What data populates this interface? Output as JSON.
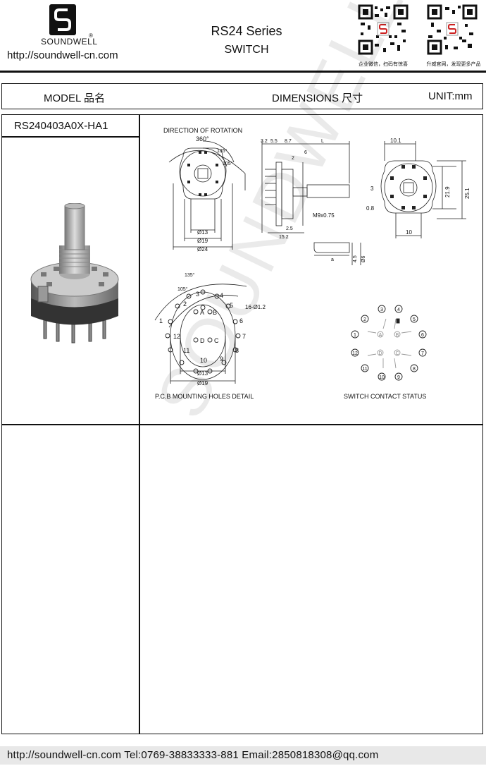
{
  "header": {
    "brand": "SOUNDWELL",
    "registered_mark": "®",
    "website": "http://soundwell-cn.com",
    "series": "RS24 Series",
    "subtitle": "SWITCH",
    "qr_captions": [
      "企业微信，扫码有惊喜",
      "升威官网，发现更多产品"
    ],
    "logo_icon": "soundwell-logo-icon",
    "qr_icons": [
      "wechat-qr-icon",
      "website-qr-icon"
    ]
  },
  "table_header": {
    "model_label": "MODEL 品名",
    "dimensions_label": "DIMENSIONS 尺寸",
    "unit_label": "UNIT:mm"
  },
  "product": {
    "model_number": "RS240403A0X-HA1"
  },
  "drawings": {
    "rotation_title": "DIRECTION OF ROTATION",
    "angle_360": "360°",
    "angle_135": "135°",
    "angle_105": "105°",
    "dia_13": "Ø13",
    "dia_19": "Ø19",
    "dia_24": "Ø24",
    "side_dims": [
      "3.2",
      "5.5",
      "8.7",
      "L",
      "2",
      "6",
      "2.5",
      "15.2",
      "M9x0.75"
    ],
    "rear_dims": [
      "10.1",
      "21.9",
      "25.1",
      "3",
      "0.8",
      "10"
    ],
    "shaft_dims": [
      "a",
      "4.5",
      "Ø6"
    ],
    "pcb_title": "P.C.B  MOUNTING  HOLES  DETAIL",
    "pcb_holes": "16-Ø1.2",
    "pcb_angle_135": "135°",
    "pcb_angle_105": "105°",
    "pcb_dia_13": "Ø13",
    "pcb_dia_19": "Ø19",
    "pcb_pins": [
      "1",
      "2",
      "3",
      "4",
      "5",
      "6",
      "7",
      "8",
      "9",
      "10",
      "11",
      "12"
    ],
    "pcb_letters": [
      "A",
      "B",
      "C",
      "D"
    ],
    "contact_title": "SWITCH CONTACT STATUS"
  },
  "watermark": "SOUNDWELL®",
  "footer": {
    "text": "http://soundwell-cn.com  Tel:0769-38833333-881  Email:2850818308@qq.com"
  }
}
